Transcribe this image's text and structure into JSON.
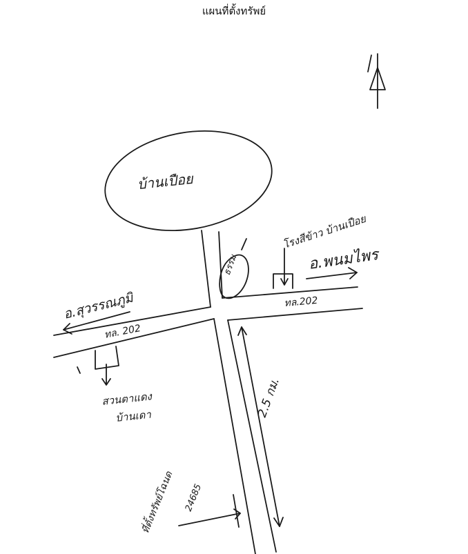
{
  "title": "แผนที่ตั้งทรัพย์",
  "north_marker": "N",
  "labels": {
    "village_oval": "บ้านเปือย",
    "rice_mill": "โรงสีข้าว บ้านเปือย",
    "temple": "ธรรม",
    "to_phanom_phrai": "อ.พนมไพร",
    "to_suwannaphum": "อ.สุวรรณภูมิ",
    "highway_right": "ทล.202",
    "highway_left": "ทล. 202",
    "school_line1": "สวนตาแดง",
    "school_line2": "บ้านเดา",
    "distance": "2.5 กม.",
    "property_line1": "ที่ตั้งทรัพย์โฉนด",
    "property_line2": "24685"
  },
  "colors": {
    "ink": "#1a1a1a",
    "background": "#ffffff"
  }
}
